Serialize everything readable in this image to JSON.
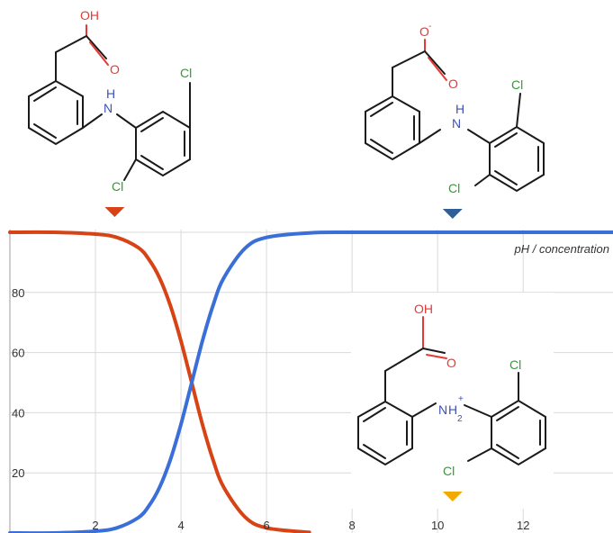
{
  "chart_data": {
    "type": "line",
    "title": "",
    "axis_annotation": "pH / concentration",
    "xlabel": "",
    "ylabel": "",
    "xlim": [
      0,
      14.1
    ],
    "ylim": [
      0,
      100
    ],
    "x_ticks": [
      2,
      4,
      6,
      8,
      10,
      12
    ],
    "y_ticks": [
      20,
      40,
      60,
      80
    ],
    "grid": true,
    "legend": "none",
    "series": [
      {
        "color": "#d84315",
        "x": [
          0,
          1,
          2,
          2.5,
          3,
          3.25,
          3.5,
          3.75,
          4,
          4.25,
          4.5,
          4.75,
          5,
          5.5,
          6,
          7
        ],
        "y": [
          100,
          100,
          99.4,
          98.3,
          94.9,
          91.0,
          84.8,
          75.7,
          63.8,
          50.0,
          36.2,
          24.3,
          15.2,
          5.3,
          1.7,
          0.2
        ]
      },
      {
        "color": "#3b6fd8",
        "x": [
          0,
          1,
          2,
          2.5,
          3,
          3.25,
          3.5,
          3.75,
          4,
          4.25,
          4.5,
          4.75,
          5,
          5.5,
          6,
          7,
          8,
          10,
          12,
          14.1
        ],
        "y": [
          0,
          0,
          0.6,
          1.7,
          5.1,
          9.0,
          15.2,
          24.3,
          36.2,
          50.0,
          63.8,
          75.7,
          84.8,
          94.7,
          98.3,
          99.8,
          100,
          100,
          100,
          100
        ]
      }
    ],
    "markers": [
      {
        "color": "#d84315",
        "x": 2.45
      },
      {
        "color": "#2f5f95",
        "x": 10.35
      },
      {
        "color": "#f2a900",
        "x": 10.35
      }
    ],
    "molecules": [
      {
        "atoms": [
          "OH",
          "O",
          "H",
          "N",
          "Cl",
          "Cl"
        ]
      },
      {
        "atoms": [
          "O",
          "-",
          "O",
          "H",
          "N",
          "Cl",
          "Cl"
        ]
      },
      {
        "atoms": [
          "OH",
          "O",
          "N",
          "H",
          "+",
          "2",
          "Cl",
          "Cl"
        ]
      }
    ]
  }
}
